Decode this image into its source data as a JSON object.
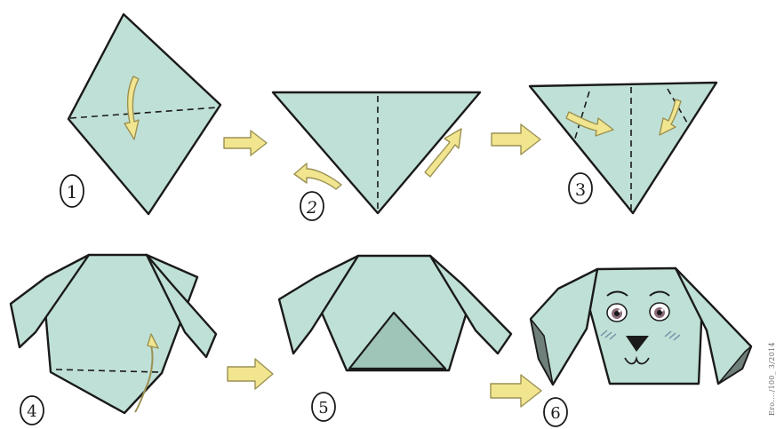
{
  "diagram": {
    "steps": [
      {
        "id": "1",
        "label": "1"
      },
      {
        "id": "2",
        "label": "2"
      },
      {
        "id": "3",
        "label": "3"
      },
      {
        "id": "4",
        "label": "4"
      },
      {
        "id": "5",
        "label": "5"
      },
      {
        "id": "6",
        "label": "6"
      }
    ],
    "watermark": "Ero..../100_ 3/2014"
  },
  "colors": {
    "paper": "#bfe0d6",
    "paper_shadow": "#9fc4b8",
    "outline": "#1a1a1a",
    "arrow_fill": "#f1e58f",
    "arrow_stroke": "#9b9153",
    "ear_dark": "#6f7f7a",
    "cheek": "#6f8fa8"
  }
}
